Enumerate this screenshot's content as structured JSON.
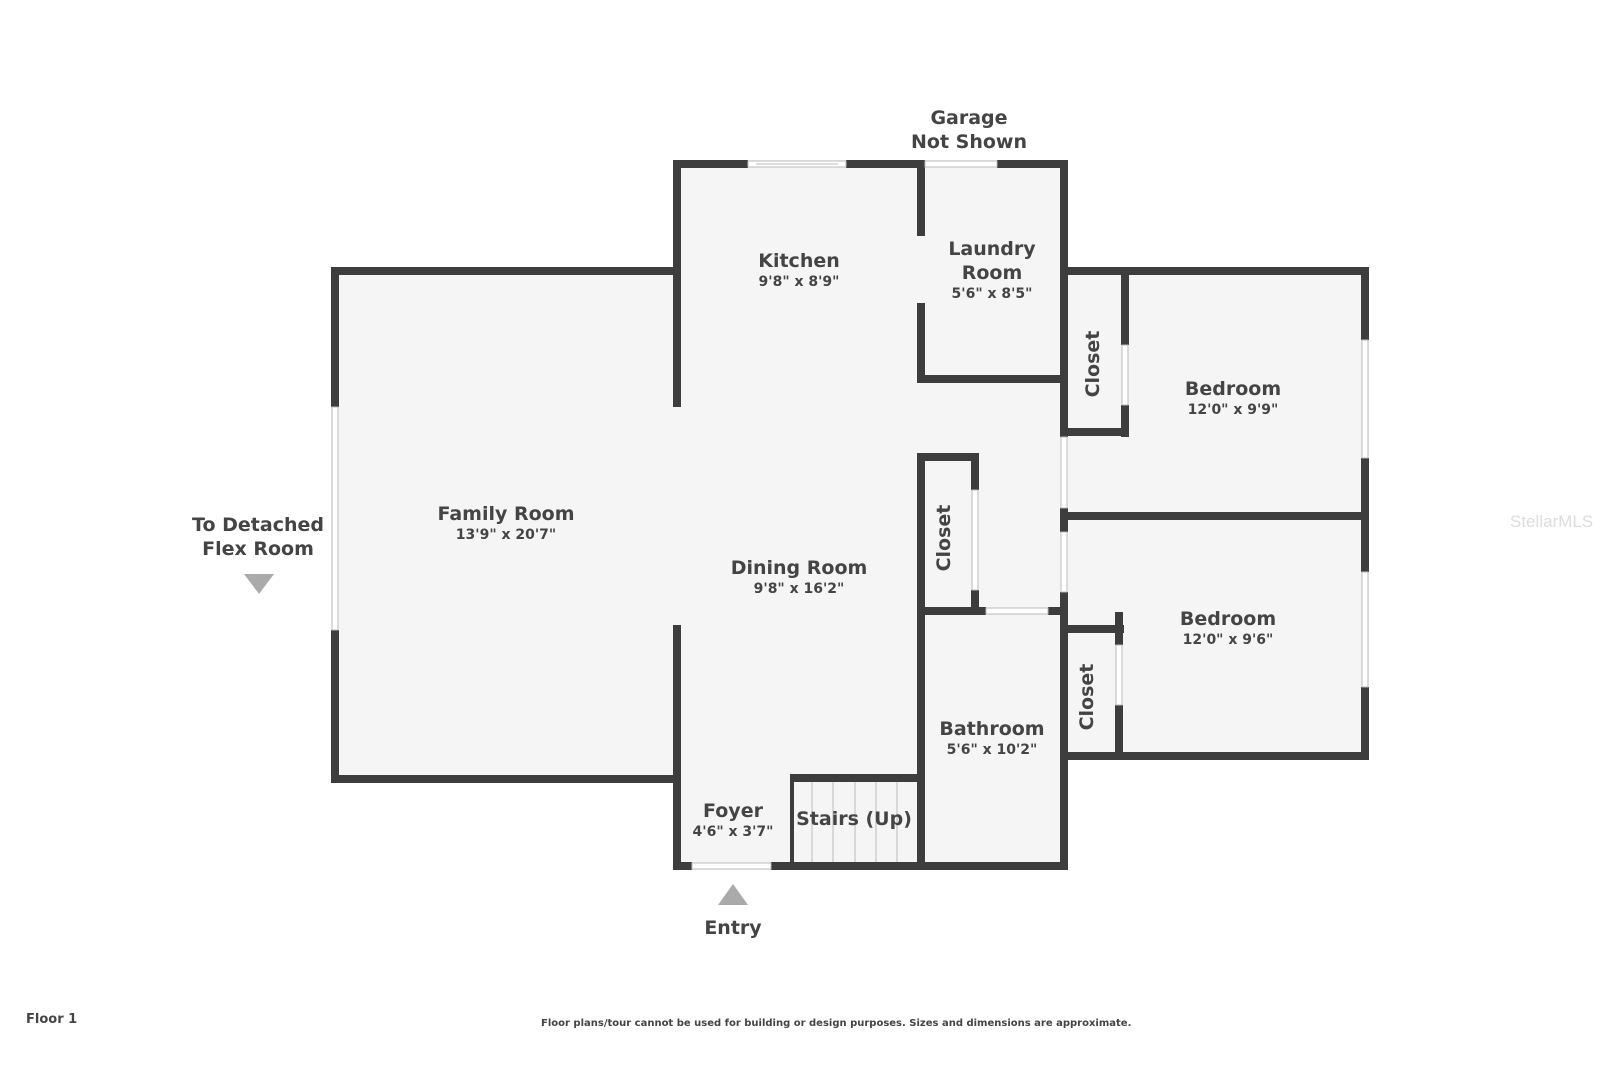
{
  "colors": {
    "wall": "#3d3d3d",
    "floor": "#f5f5f5",
    "window": "#ffffff",
    "arrow": "#aaaaaa"
  },
  "rooms": {
    "kitchen": {
      "name": "Kitchen",
      "dim": "9'8\" x 8'9\""
    },
    "laundry": {
      "name_line1": "Laundry",
      "name_line2": "Room",
      "dim": "5'6\" x 8'5\""
    },
    "family": {
      "name": "Family Room",
      "dim": "13'9\" x 20'7\""
    },
    "dining": {
      "name": "Dining Room",
      "dim": "9'8\" x 16'2\""
    },
    "bedroom1": {
      "name": "Bedroom",
      "dim": "12'0\" x 9'9\""
    },
    "bedroom2": {
      "name": "Bedroom",
      "dim": "12'0\" x 9'6\""
    },
    "bathroom": {
      "name": "Bathroom",
      "dim": "5'6\" x 10'2\""
    },
    "foyer": {
      "name": "Foyer",
      "dim": "4'6\" x 3'7\""
    },
    "stairs": {
      "name": "Stairs (Up)"
    },
    "closet1": {
      "name": "Closet"
    },
    "closet2": {
      "name": "Closet"
    },
    "closet3": {
      "name": "Closet"
    }
  },
  "external": {
    "garage_line1": "Garage",
    "garage_line2": "Not Shown",
    "flex_line1": "To Detached",
    "flex_line2": "Flex Room",
    "entry": "Entry"
  },
  "footer": {
    "floor": "Floor 1",
    "disclaimer": "Floor plans/tour cannot be used for building or design purposes. Sizes and dimensions are approximate."
  },
  "watermark": "StellarMLS"
}
